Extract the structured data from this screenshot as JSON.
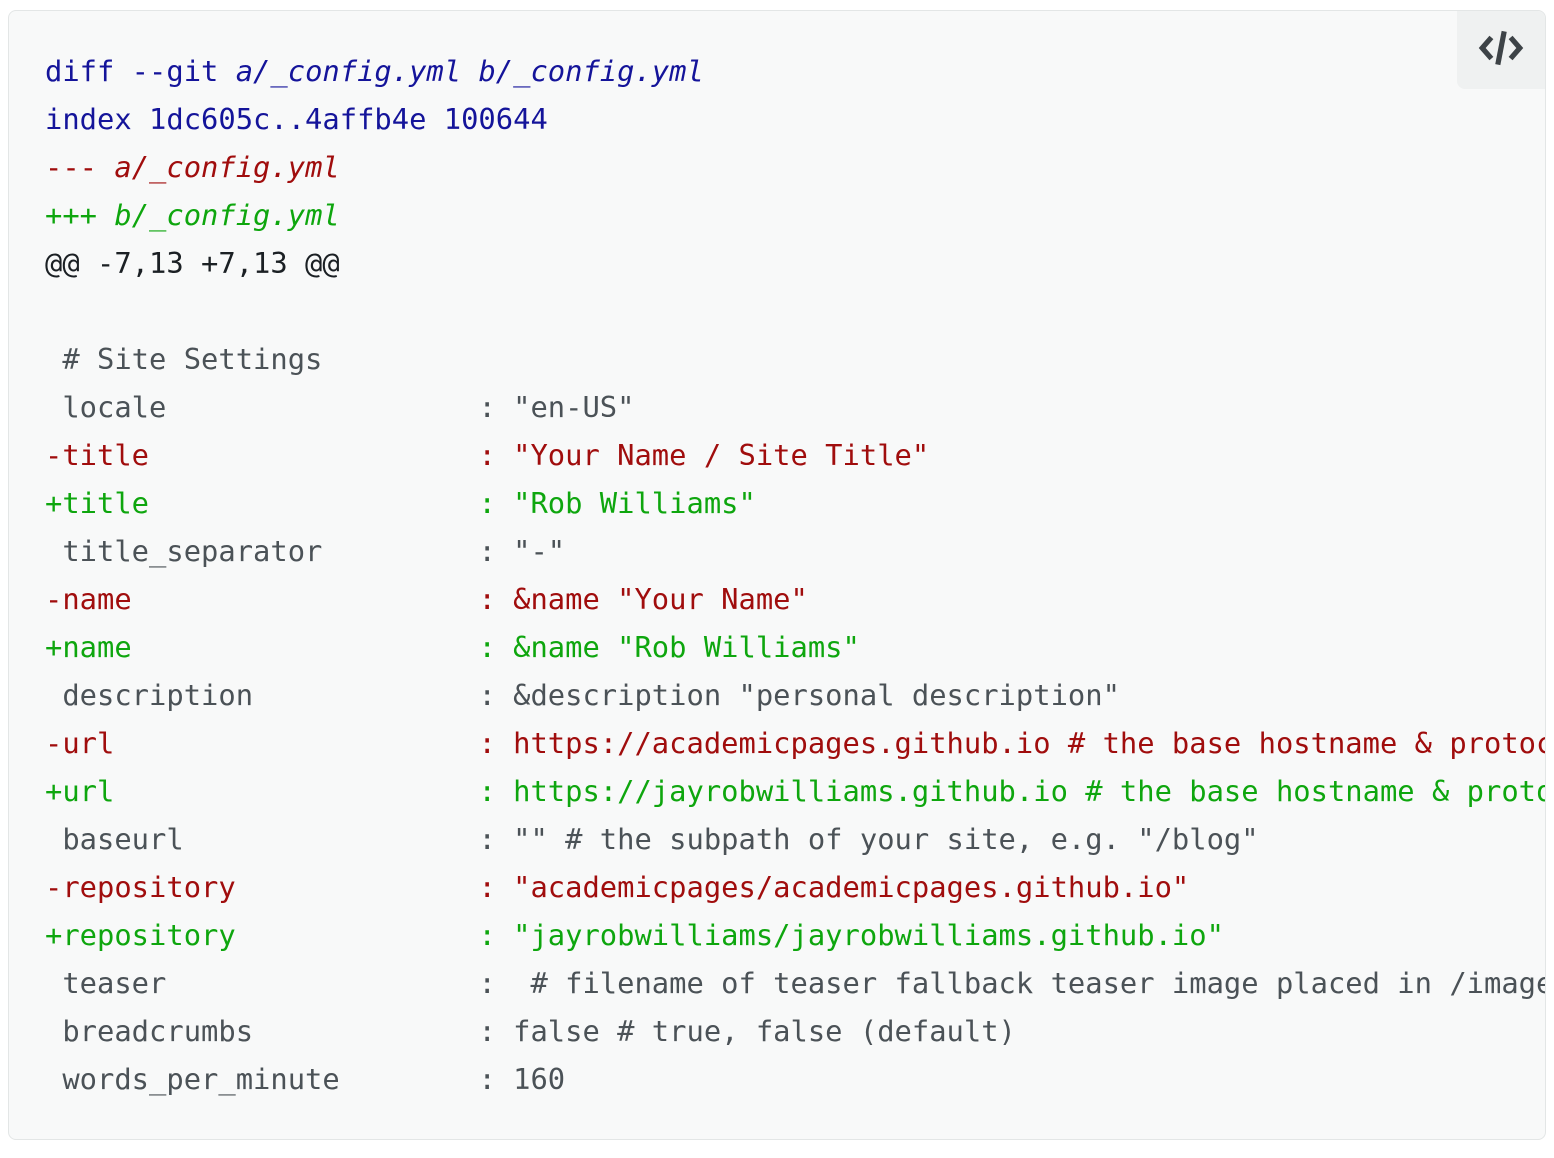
{
  "code_block": {
    "language": "diff",
    "badge": {
      "icon": "code-icon"
    },
    "colors": {
      "page_bg": "#ffffff",
      "block_bg": "#f8f9f9",
      "border": "#e3e6e6",
      "badge_bg": "#eff1f1",
      "icon": "#3d4347",
      "meta": "#14149a",
      "del": "#a00d0d",
      "add": "#0ea60e",
      "hunk": "#1b2024",
      "context": "#4b5257"
    },
    "lines": [
      {
        "type": "meta",
        "segments": [
          {
            "text": "diff --git ",
            "italic": false
          },
          {
            "text": "a/_config.yml b/_config.yml",
            "italic": true
          }
        ]
      },
      {
        "type": "meta",
        "segments": [
          {
            "text": "index 1dc605c..4affb4e 100644",
            "italic": false
          }
        ]
      },
      {
        "type": "del",
        "segments": [
          {
            "text": "--- ",
            "italic": false
          },
          {
            "text": "a/_config.yml",
            "italic": true
          }
        ]
      },
      {
        "type": "add",
        "segments": [
          {
            "text": "+++ ",
            "italic": false
          },
          {
            "text": "b/_config.yml",
            "italic": true
          }
        ]
      },
      {
        "type": "hunk",
        "segments": [
          {
            "text": "@@ -7,13 +7,13 @@",
            "italic": false
          }
        ]
      },
      {
        "type": "blank",
        "segments": []
      },
      {
        "type": "context",
        "segments": [
          {
            "text": " # Site Settings",
            "italic": false
          }
        ]
      },
      {
        "type": "context",
        "segments": [
          {
            "text": " locale                  ",
            "italic": false
          },
          {
            "text": ": \"en-US\"",
            "italic": false
          }
        ]
      },
      {
        "type": "del",
        "segments": [
          {
            "text": "-title                   ",
            "italic": false
          },
          {
            "text": ": \"Your Name / Site Title\"",
            "italic": false
          }
        ]
      },
      {
        "type": "add",
        "segments": [
          {
            "text": "+title                   ",
            "italic": false
          },
          {
            "text": ": \"Rob Williams\"",
            "italic": false
          }
        ]
      },
      {
        "type": "context",
        "segments": [
          {
            "text": " title_separator         ",
            "italic": false
          },
          {
            "text": ": \"-\"",
            "italic": false
          }
        ]
      },
      {
        "type": "del",
        "segments": [
          {
            "text": "-name                    ",
            "italic": false
          },
          {
            "text": ": &name \"Your Name\"",
            "italic": false
          }
        ]
      },
      {
        "type": "add",
        "segments": [
          {
            "text": "+name                    ",
            "italic": false
          },
          {
            "text": ": &name \"Rob Williams\"",
            "italic": false
          }
        ]
      },
      {
        "type": "context",
        "segments": [
          {
            "text": " description             ",
            "italic": false
          },
          {
            "text": ": &description \"personal description\"",
            "italic": false
          }
        ]
      },
      {
        "type": "del",
        "segments": [
          {
            "text": "-url                     ",
            "italic": false
          },
          {
            "text": ": https://academicpages.github.io # the base hostname & protocol for your site",
            "italic": false
          }
        ]
      },
      {
        "type": "add",
        "segments": [
          {
            "text": "+url                     ",
            "italic": false
          },
          {
            "text": ": https://jayrobwilliams.github.io # the base hostname & protocol for your site",
            "italic": false
          }
        ]
      },
      {
        "type": "context",
        "segments": [
          {
            "text": " baseurl                 ",
            "italic": false
          },
          {
            "text": ": \"\" # the subpath of your site, e.g. \"/blog\"",
            "italic": false
          }
        ]
      },
      {
        "type": "del",
        "segments": [
          {
            "text": "-repository              ",
            "italic": false
          },
          {
            "text": ": \"academicpages/academicpages.github.io\"",
            "italic": false
          }
        ]
      },
      {
        "type": "add",
        "segments": [
          {
            "text": "+repository              ",
            "italic": false
          },
          {
            "text": ": \"jayrobwilliams/jayrobwilliams.github.io\"",
            "italic": false
          }
        ]
      },
      {
        "type": "context",
        "segments": [
          {
            "text": " teaser                  ",
            "italic": false
          },
          {
            "text": ":  # filename of teaser fallback teaser image placed in /images/",
            "italic": false
          }
        ]
      },
      {
        "type": "context",
        "segments": [
          {
            "text": " breadcrumbs             ",
            "italic": false
          },
          {
            "text": ": false # true, false (default)",
            "italic": false
          }
        ]
      },
      {
        "type": "context",
        "segments": [
          {
            "text": " words_per_minute        ",
            "italic": false
          },
          {
            "text": ": 160",
            "italic": false
          }
        ]
      }
    ]
  }
}
